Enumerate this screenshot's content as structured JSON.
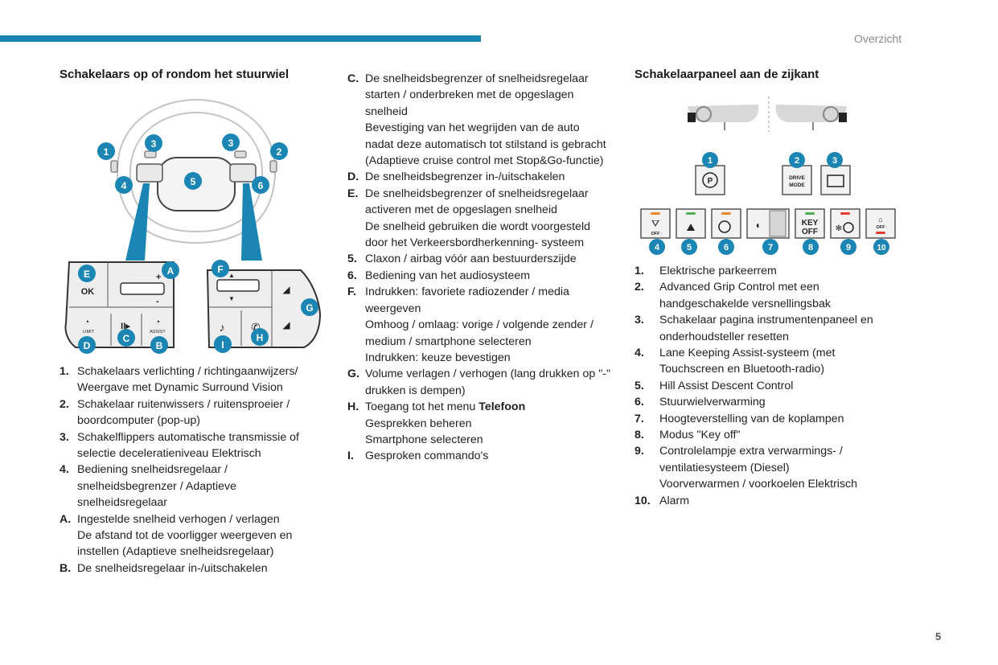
{
  "header": {
    "section": "Overzicht",
    "accent_color": "#1b86b4"
  },
  "page_number": "5",
  "left": {
    "heading": "Schakelaars op of rondom het stuurwiel",
    "diagram": {
      "callout_color": "#1b86b4",
      "badges": [
        "1",
        "2",
        "3",
        "3",
        "4",
        "5",
        "6",
        "A",
        "B",
        "C",
        "D",
        "E",
        "F",
        "G",
        "H",
        "I"
      ],
      "button_labels": {
        "ok": "OK",
        "limit": "LIMIT",
        "assist": "ASSIST",
        "plus": "+",
        "minus": "-"
      }
    },
    "items": [
      {
        "key": "1.",
        "lines": [
          "Schakelaars verlichting / richtingaanwijzers/",
          "Weergave met Dynamic Surround Vision"
        ]
      },
      {
        "key": "2.",
        "lines": [
          "Schakelaar ruitenwissers / ruitensproeier /",
          "boordcomputer (pop-up)"
        ]
      },
      {
        "key": "3.",
        "lines": [
          "Schakelflippers automatische transmissie of",
          "selectie deceleratieniveau Elektrisch"
        ]
      },
      {
        "key": "4.",
        "lines": [
          "Bediening snelheidsregelaar /",
          "snelheidsbegrenzer / Adaptieve",
          "snelheidsregelaar"
        ]
      },
      {
        "key": "A.",
        "lines": [
          "Ingestelde snelheid verhogen / verlagen",
          "De afstand tot de voorligger weergeven en",
          "instellen (Adaptieve snelheidsregelaar)"
        ]
      },
      {
        "key": "B.",
        "lines": [
          "De snelheidsregelaar in-/uitschakelen"
        ]
      }
    ]
  },
  "middle": {
    "items": [
      {
        "key": "C.",
        "lines": [
          "De snelheidsbegrenzer of snelheidsregelaar",
          "starten / onderbreken met de opgeslagen",
          "snelheid",
          "Bevestiging van het wegrijden van de auto",
          "nadat deze automatisch tot stilstand is gebracht",
          "(Adaptieve cruise control met Stop&Go-functie)"
        ]
      },
      {
        "key": "D.",
        "lines": [
          "De snelheidsbegrenzer in-/uitschakelen"
        ]
      },
      {
        "key": "E.",
        "lines": [
          "De snelheidsbegrenzer of snelheidsregelaar",
          "activeren met de opgeslagen snelheid",
          "De snelheid gebruiken die wordt voorgesteld",
          "door het Verkeersbordherkenning- systeem"
        ]
      },
      {
        "key": "5.",
        "lines": [
          "Claxon / airbag vóór aan bestuurderszijde"
        ]
      },
      {
        "key": "6.",
        "lines": [
          "Bediening van het audiosysteem"
        ]
      },
      {
        "key": "F.",
        "lines": [
          "Indrukken: favoriete radiozender / media",
          "weergeven",
          "Omhoog / omlaag: vorige / volgende zender /",
          "medium / smartphone selecteren",
          "Indrukken: keuze bevestigen"
        ]
      },
      {
        "key": "G.",
        "lines": [
          "Volume verlagen / verhogen (lang drukken op \"-\"",
          "drukken is dempen)"
        ]
      },
      {
        "key": "H.",
        "lines_h": {
          "first_prefix": "Toegang tot het menu ",
          "first_bold": "Telefoon",
          "rest": [
            "Gesprekken beheren",
            "Smartphone selecteren"
          ]
        }
      },
      {
        "key": "I.",
        "lines": [
          "Gesproken commando's"
        ]
      }
    ]
  },
  "right": {
    "heading": "Schakelaarpaneel aan de zijkant",
    "diagram": {
      "badges": [
        "1",
        "2",
        "3",
        "4",
        "5",
        "6",
        "7",
        "8",
        "9",
        "10"
      ],
      "button_labels": {
        "drive": "DRIVE",
        "mode": "MODE",
        "key": "KEY",
        "off": "OFF",
        "p": "P",
        "small_off": "OFF"
      },
      "led_colors": {
        "green": "#4caf50",
        "orange": "#e6892a",
        "red": "#e23d2d",
        "grey": "#9a9a9a"
      }
    },
    "items": [
      {
        "key": "1.",
        "lines": [
          "Elektrische parkeerrem"
        ]
      },
      {
        "key": "2.",
        "lines": [
          "Advanced Grip Control met een",
          "handgeschakelde versnellingsbak"
        ]
      },
      {
        "key": "3.",
        "lines": [
          "Schakelaar pagina instrumentenpaneel en",
          "onderhoudsteller resetten"
        ]
      },
      {
        "key": "4.",
        "lines": [
          "Lane Keeping Assist-systeem (met",
          "Touchscreen en Bluetooth-radio)"
        ]
      },
      {
        "key": "5.",
        "lines": [
          "Hill Assist Descent Control"
        ]
      },
      {
        "key": "6.",
        "lines": [
          "Stuurwielverwarming"
        ]
      },
      {
        "key": "7.",
        "lines": [
          "Hoogteverstelling van de koplampen"
        ]
      },
      {
        "key": "8.",
        "lines": [
          "Modus \"Key off\""
        ]
      },
      {
        "key": "9.",
        "lines": [
          "Controlelampje extra verwarmings- /",
          "ventilatiesysteem (Diesel)",
          "Voorverwarmen / voorkoelen Elektrisch"
        ]
      },
      {
        "key": "10.",
        "lines": [
          "Alarm"
        ]
      }
    ]
  }
}
